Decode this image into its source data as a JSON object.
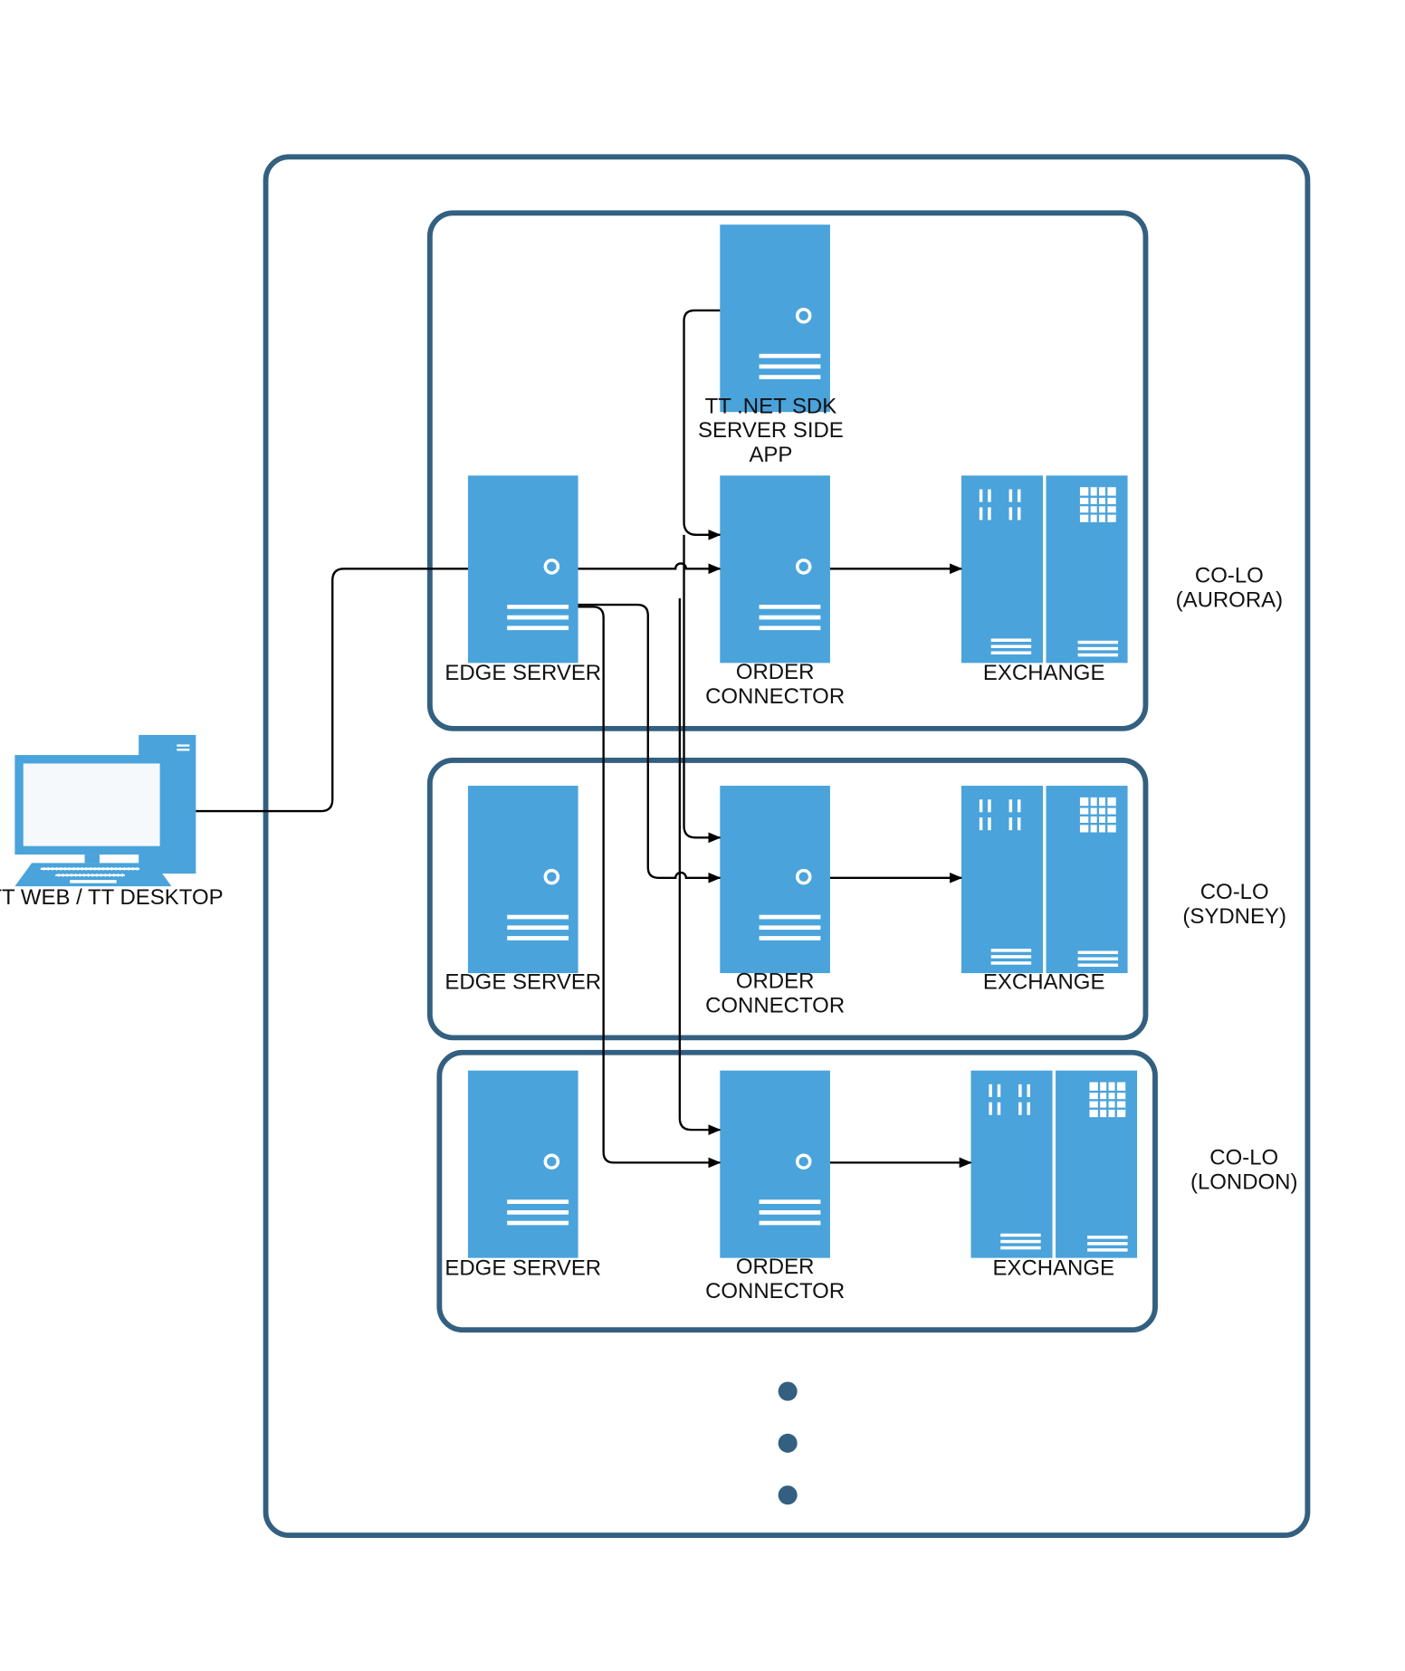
{
  "client": {
    "label": "TT WEB / TT DESKTOP",
    "icon": "desktop-computer-icon"
  },
  "sdk_app": {
    "lines": [
      "TT .NET SDK",
      "SERVER SIDE",
      "APP"
    ],
    "icon": "server-icon"
  },
  "colos": [
    {
      "label": [
        "CO-LO",
        "(AURORA)"
      ],
      "edge_server": "EDGE SERVER",
      "order_connector": [
        "ORDER",
        "CONNECTOR"
      ],
      "exchange": "EXCHANGE"
    },
    {
      "label": [
        "CO-LO",
        "(SYDNEY)"
      ],
      "edge_server": "EDGE SERVER",
      "order_connector": [
        "ORDER",
        "CONNECTOR"
      ],
      "exchange": "EXCHANGE"
    },
    {
      "label": [
        "CO-LO",
        "(LONDON)"
      ],
      "edge_server": "EDGE SERVER",
      "order_connector": [
        "ORDER",
        "CONNECTOR"
      ],
      "exchange": "EXCHANGE"
    }
  ],
  "colors": {
    "frame": "#336080",
    "server": "#4aa3db",
    "connector_line": "#000000"
  }
}
